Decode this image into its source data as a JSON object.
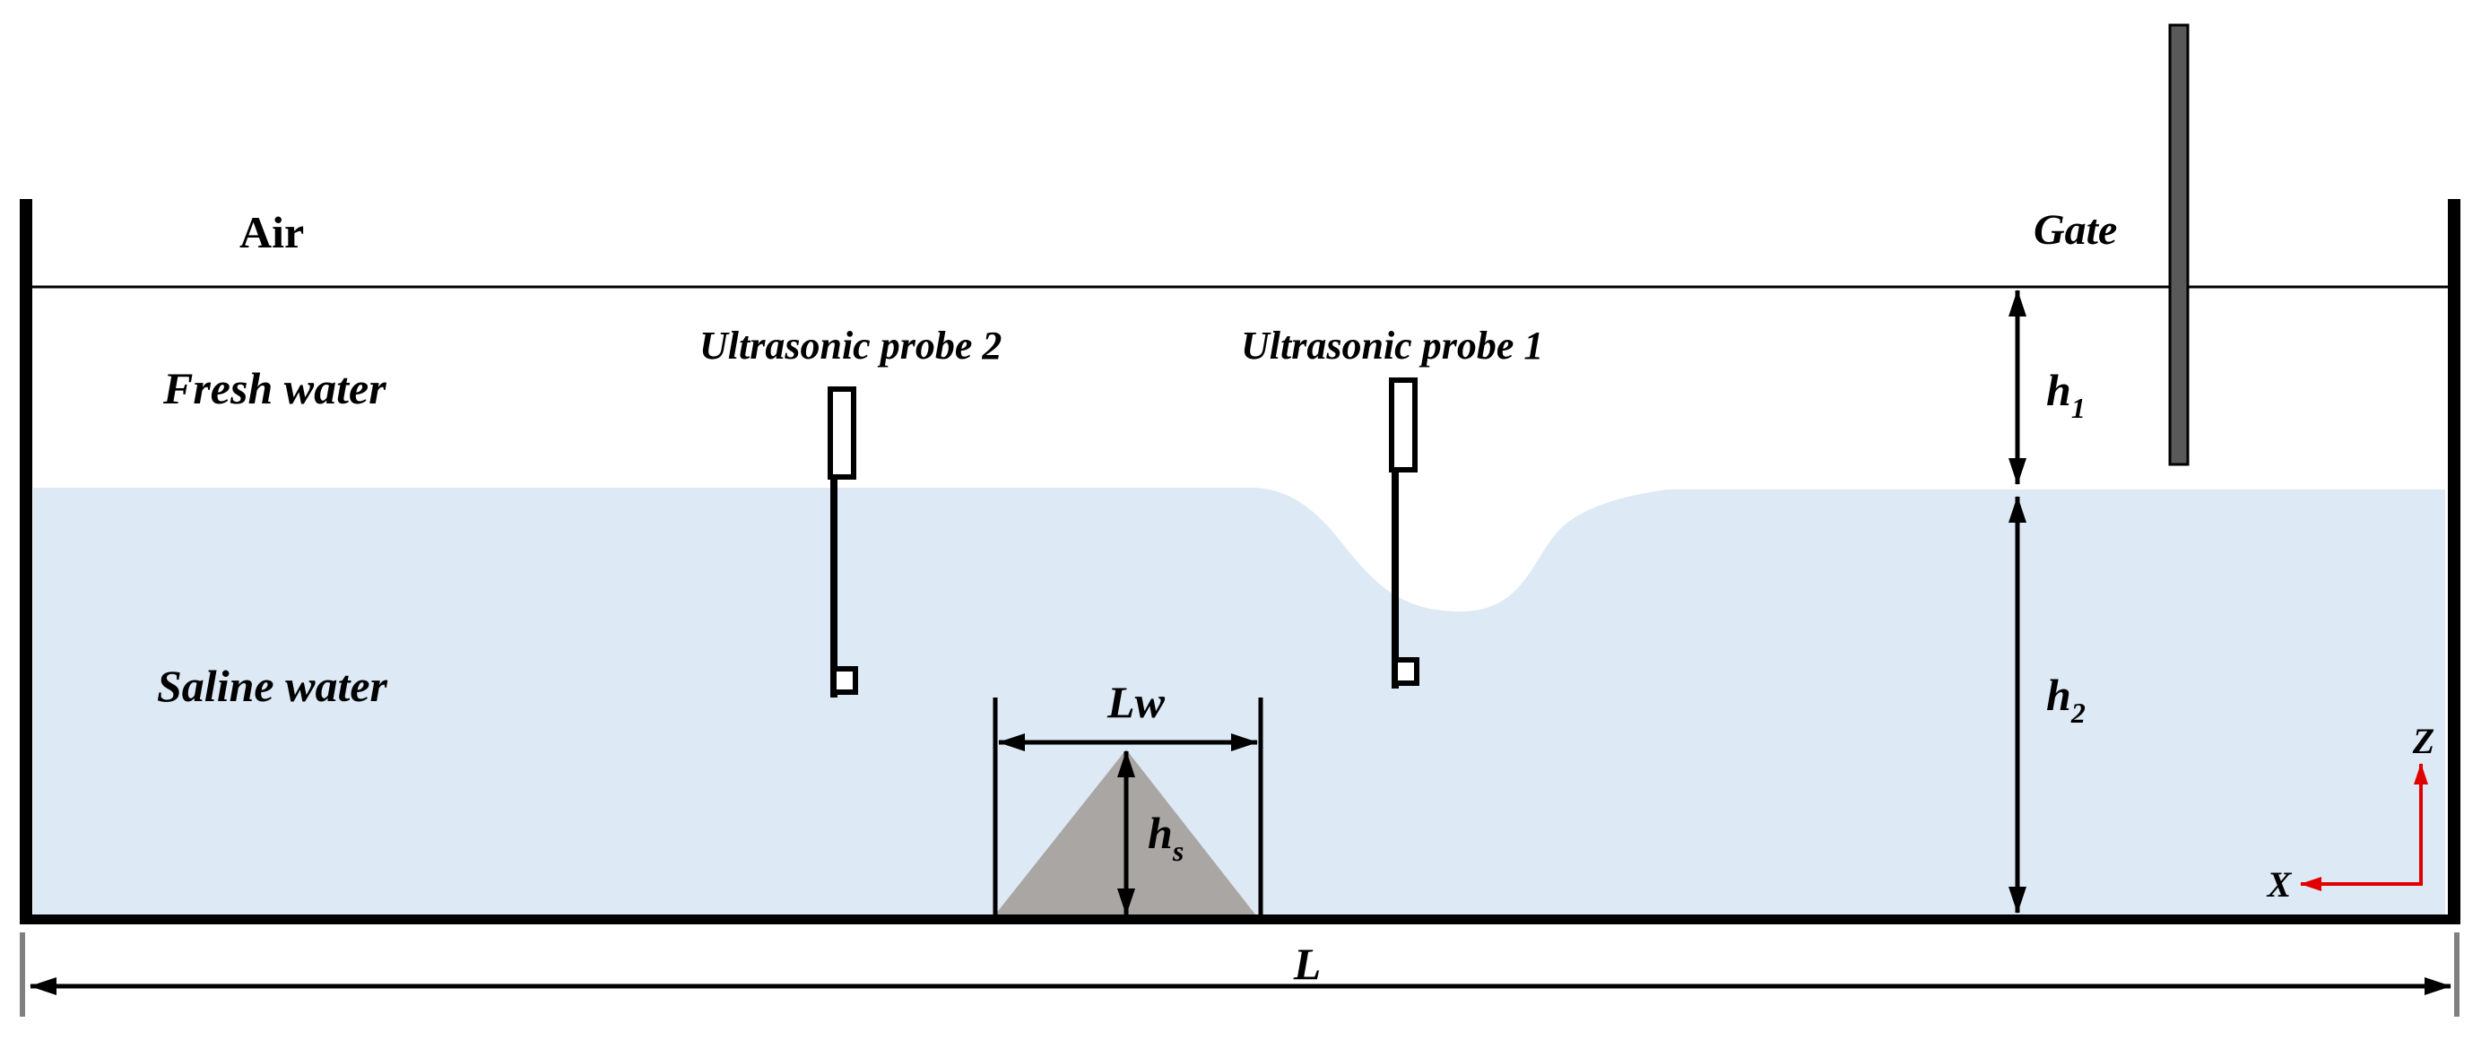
{
  "labels": {
    "air": "Air",
    "gate": "Gate",
    "fresh_water": "Fresh water",
    "saline_water": "Saline water",
    "probe_2": "Ultrasonic probe 2",
    "probe_1": "Ultrasonic probe 1"
  },
  "dimensions": {
    "h1_main": "h",
    "h1_sub": "1",
    "h2_main": "h",
    "h2_sub": "2",
    "hs_main": "h",
    "hs_sub": "s",
    "lw": "Lw",
    "l": "L"
  },
  "axes": {
    "x": "X",
    "z": "Z"
  },
  "colors": {
    "saline_water": "#dde9f5",
    "sill": "#a9a6a3",
    "gate": "#595959",
    "axis_arrow": "#e00000",
    "tank_edge": "#7f7f7f"
  }
}
